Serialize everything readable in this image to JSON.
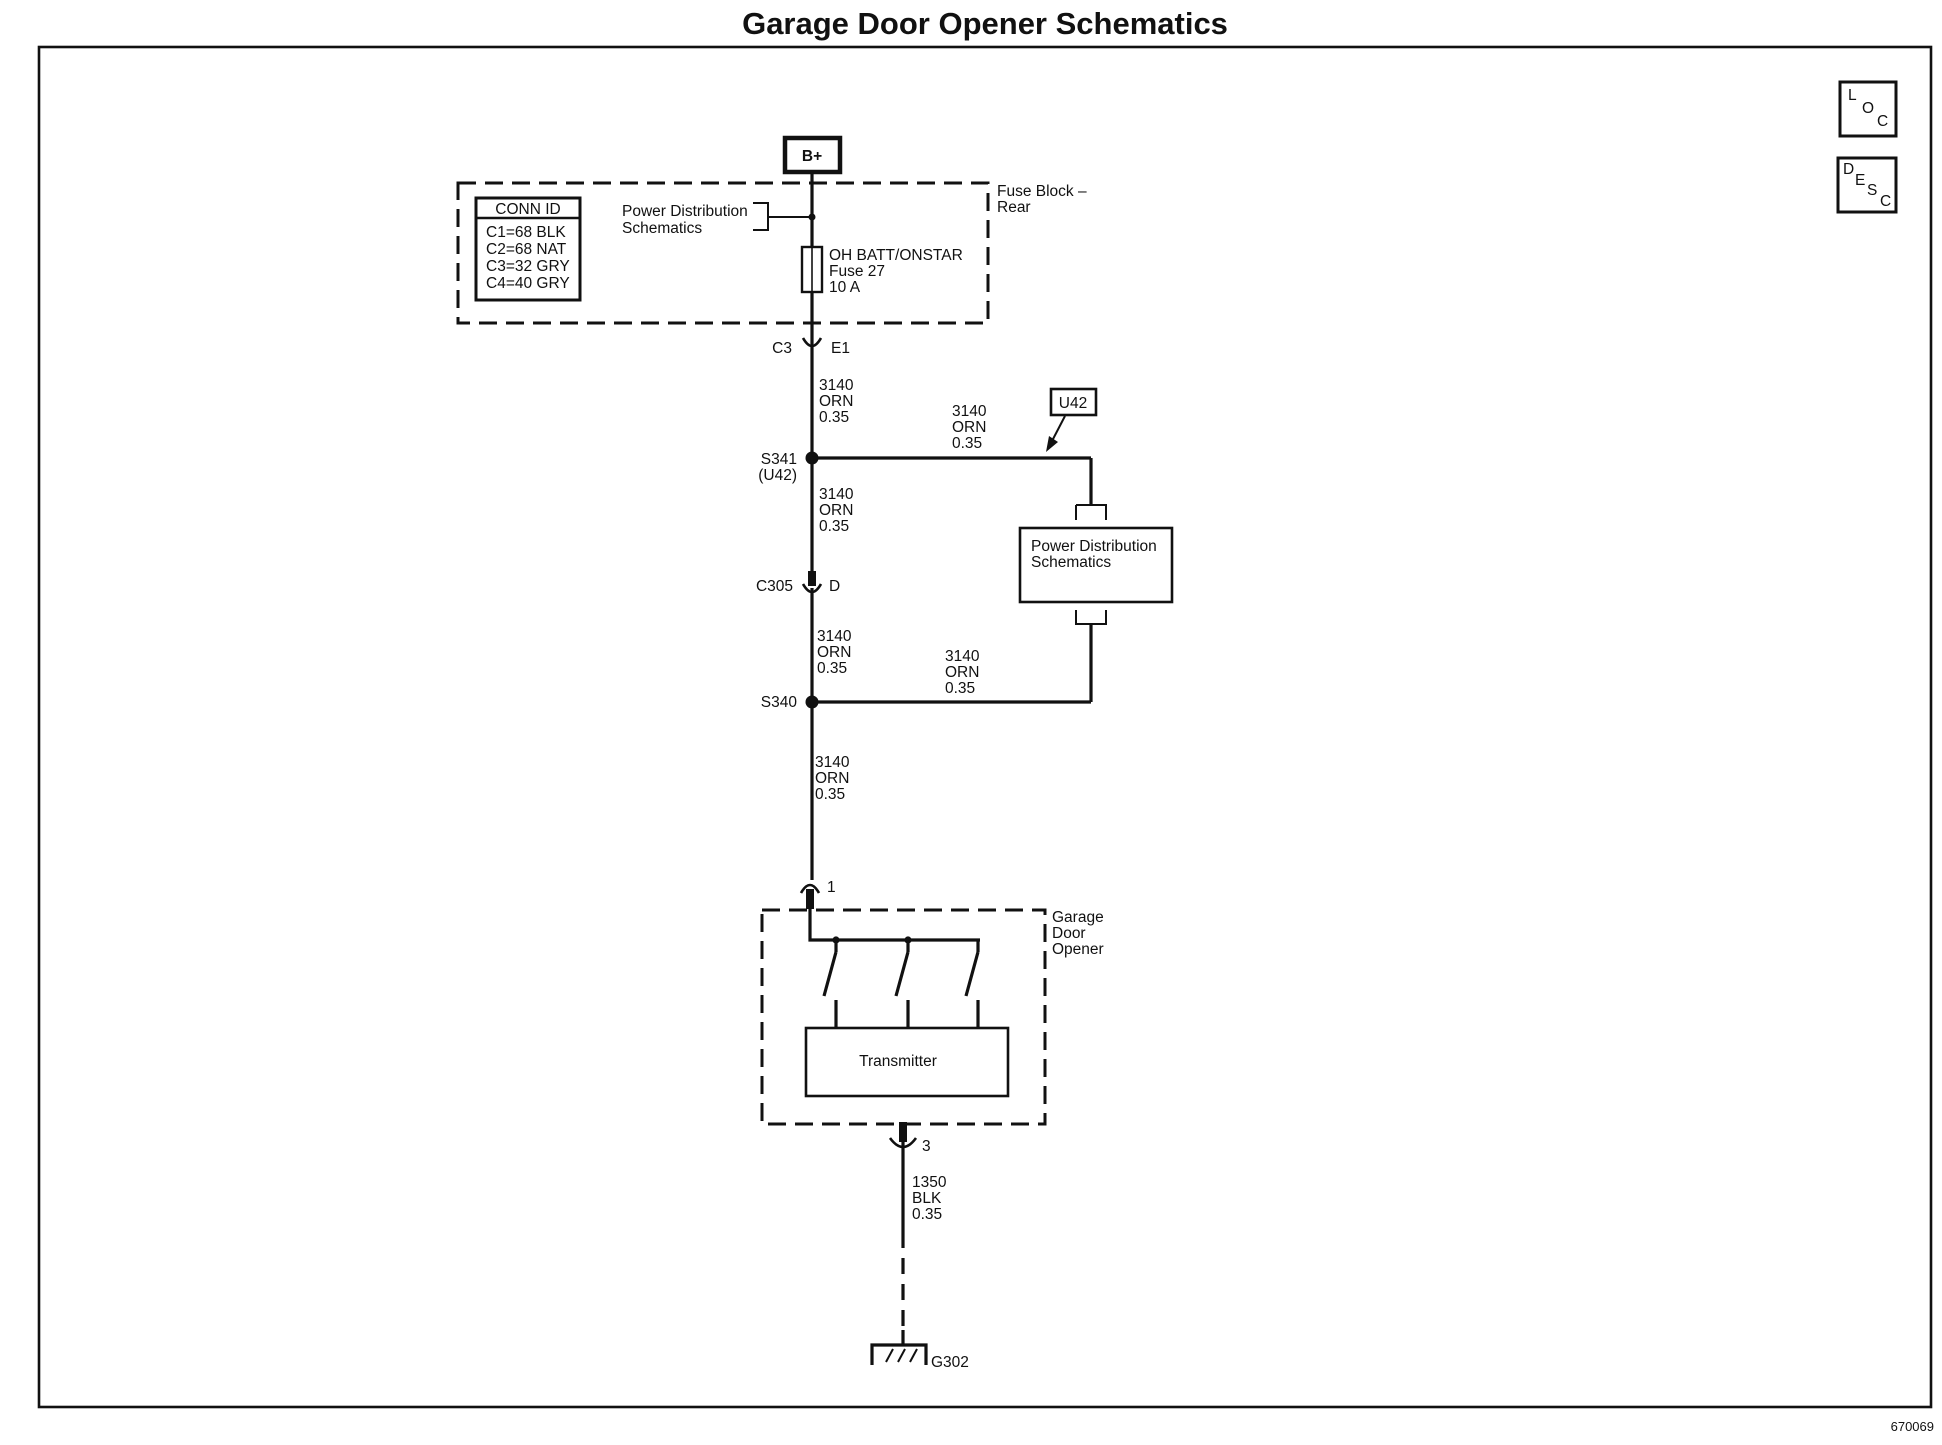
{
  "title": "Garage Door Opener Schematics",
  "nav_buttons": {
    "loc": [
      "L",
      "O",
      "C"
    ],
    "desc": [
      "D",
      "E",
      "S",
      "C"
    ]
  },
  "power_source": "B+",
  "fuse_block": {
    "label": [
      "Fuse Block –",
      "Rear"
    ],
    "conn_id_header": "CONN ID",
    "conn_ids": [
      "C1=68 BLK",
      "C2=68 NAT",
      "C3=32 GRY",
      "C4=40 GRY"
    ],
    "power_dist_ref": [
      "Power Distribution",
      "Schematics"
    ],
    "fuse": [
      "OH BATT/ONSTAR",
      "Fuse 27",
      "10 A"
    ]
  },
  "connectors": {
    "c3_left": "C3",
    "c3_right": "E1",
    "c305_left": "C305",
    "c305_right": "D",
    "opener_in": "1",
    "opener_out": "3"
  },
  "splices": {
    "s341": [
      "S341",
      "(U42)"
    ],
    "s340": "S340"
  },
  "wire_labels": {
    "w1": [
      "3140",
      "ORN",
      "0.35"
    ],
    "w2": [
      "3140",
      "ORN",
      "0.35"
    ],
    "w3": [
      "3140",
      "ORN",
      "0.35"
    ],
    "w4": [
      "3140",
      "ORN",
      "0.35"
    ],
    "w5": [
      "3140",
      "ORN",
      "0.35"
    ],
    "w6": [
      "3140",
      "ORN",
      "0.35"
    ],
    "ground_wire": [
      "1350",
      "BLK",
      "0.35"
    ]
  },
  "option_tag": "U42",
  "power_dist_box": [
    "Power Distribution",
    "Schematics"
  ],
  "garage_door_opener": {
    "label": [
      "Garage",
      "Door",
      "Opener"
    ],
    "transmitter": "Transmitter"
  },
  "ground": "G302",
  "figure_number": "670069"
}
